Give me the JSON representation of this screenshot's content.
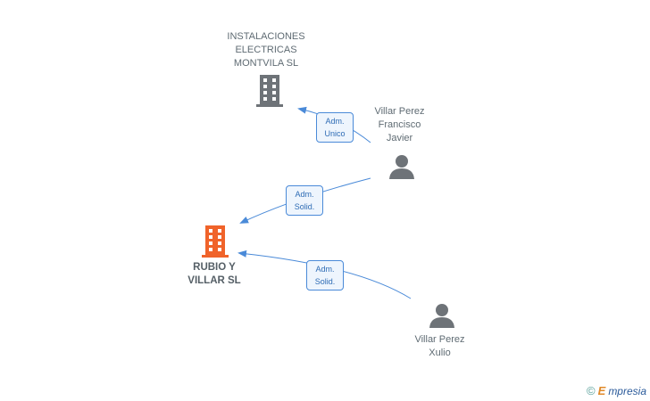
{
  "nodes": {
    "company_top": {
      "label": "INSTALACIONES\nELECTRICAS\nMONTVILA  SL",
      "icon": "building-icon",
      "color": "#6e7378"
    },
    "company_main": {
      "label": "RUBIO Y\nVILLAR SL",
      "icon": "building-icon",
      "color": "#f0632a"
    },
    "person_francisco": {
      "label": "Villar Perez\nFrancisco\nJavier",
      "icon": "person-icon",
      "color": "#6e7378"
    },
    "person_xulio": {
      "label": "Villar Perez\nXulio",
      "icon": "person-icon",
      "color": "#6e7378"
    }
  },
  "edges": [
    {
      "from": "person_francisco",
      "to": "company_top",
      "line1": "Adm.",
      "line2": "Unico"
    },
    {
      "from": "person_francisco",
      "to": "company_main",
      "line1": "Adm.",
      "line2": "Solid."
    },
    {
      "from": "person_xulio",
      "to": "company_main",
      "line1": "Adm.",
      "line2": "Solid."
    }
  ],
  "colors": {
    "edge": "#4a8ad8"
  },
  "footer": {
    "copyright": "©",
    "brand_initial": "E",
    "brand_rest": "mpresia"
  }
}
